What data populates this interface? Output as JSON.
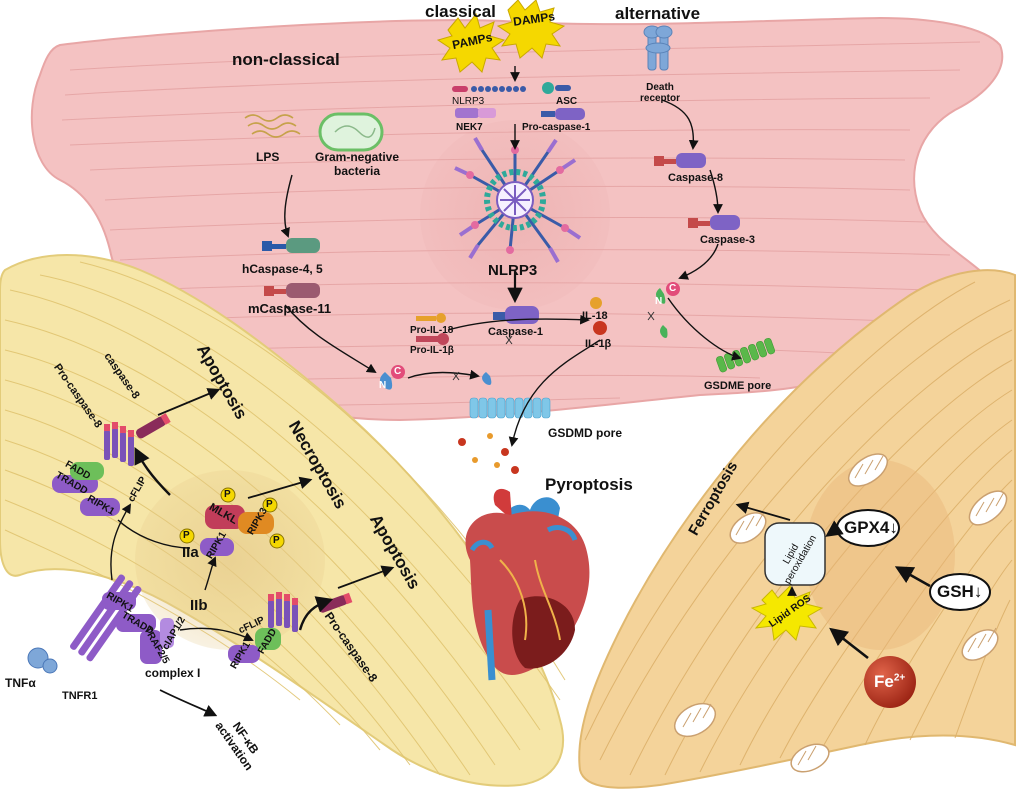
{
  "headers": {
    "classical": "classical",
    "alternative": "alternative",
    "non_classical": "non-classical"
  },
  "triggers": {
    "pamps": "PAMPs",
    "damps": "DAMPs",
    "lps": "LPS",
    "gram_negative": "Gram-negative bacteria",
    "death_receptor": "Death receptor"
  },
  "inflammasome": {
    "nlrp3": "NLRP3",
    "asc": "ASC",
    "nek7": "NEK7",
    "pro_caspase_1": "Pro-caspase-1",
    "complex": "NLRP3",
    "caspase_1": "Caspase-1"
  },
  "alternative_path": {
    "caspase_8": "Caspase-8",
    "caspase_3": "Caspase-3",
    "gsdme_pore": "GSDME pore"
  },
  "non_classical_path": {
    "hcaspase": "hCaspase-4, 5",
    "mcaspase": "mCaspase-11"
  },
  "cytokines": {
    "pro_il18": "Pro-IL-18",
    "pro_il1b": "Pro-IL-1β",
    "il18": "IL-18",
    "il1b": "IL-1β",
    "gsdmd_pore": "GSDMD pore",
    "n_label": "N",
    "c_label": "C"
  },
  "outcomes": {
    "pyroptosis": "Pyroptosis",
    "apoptosis_top": "Apoptosis",
    "apoptosis_mid": "Apoptosis",
    "necroptosis": "Necroptosis",
    "ferroptosis": "Ferroptosis",
    "nfkb": "NF-κB activation"
  },
  "death_receptor_path": {
    "caspase_8_active": "caspase-8",
    "pro_caspase_8_top": "Pro-caspase-8",
    "pro_caspase_8_bottom": "Pro-caspase-8",
    "fadd": "FADD",
    "tradd": "TRADD",
    "ripk1": "RIPK1",
    "cflip": "cFLIP",
    "mlkl": "MLKL",
    "ripk3": "RIPK3",
    "p": "P",
    "iia": "IIa",
    "iib": "IIb",
    "traf": "TRAF2/5",
    "ciap": "cIAP1/2",
    "complex_i": "complex I",
    "tnfa": "TNFα",
    "tnfr1": "TNFR1"
  },
  "ferroptosis_path": {
    "gpx4": "GPX4↓",
    "gsh": "GSH↓",
    "lipid_peroxidation": "Lipid peroxidation",
    "lipid_ros": "Lipid ROS",
    "fe": "Fe",
    "fe_charge": "2+"
  },
  "colors": {
    "pink_cell": "#f4c2c2",
    "yellow_cell": "#f6e6a8",
    "orange_cell": "#f4d39a",
    "pamps_burst": "#f5d800",
    "fe_ball": "#b8311f",
    "gsdmd_pore": "#7fc7e8",
    "gsdme_pore": "#5ab84a"
  }
}
